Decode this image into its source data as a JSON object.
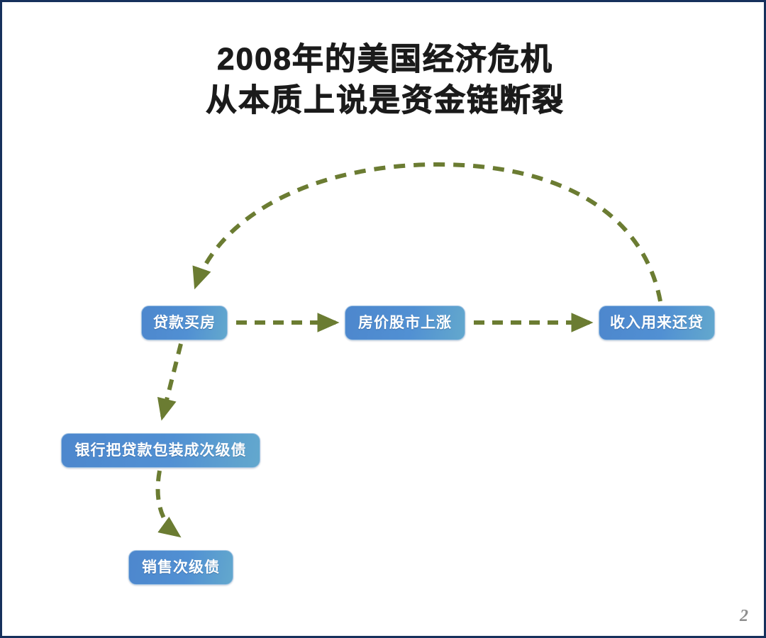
{
  "slide": {
    "page_number": "2",
    "background_color": "#ffffff",
    "border_color": "#16305c"
  },
  "title": {
    "line1": "2008年的美国经济危机",
    "line2": "从本质上说是资金链断裂",
    "color": "#1b1b1b"
  },
  "diagram": {
    "node_fill_start": "#4d87cd",
    "node_fill_end": "#63a8cd",
    "node_text_color": "#ffffff",
    "connector_color": "#6b7c32",
    "nodes": [
      {
        "id": "loan",
        "label": "贷款买房"
      },
      {
        "id": "price",
        "label": "房价股市上涨"
      },
      {
        "id": "income",
        "label": "收入用来还贷"
      },
      {
        "id": "bank",
        "label": "银行把贷款包装成次级债"
      },
      {
        "id": "sell",
        "label": "销售次级债"
      }
    ],
    "connectors": [
      {
        "from": "loan",
        "to": "price",
        "style": "dashed-straight",
        "direction": "right"
      },
      {
        "from": "price",
        "to": "income",
        "style": "dashed-straight",
        "direction": "right"
      },
      {
        "from": "income",
        "to": "loan",
        "style": "dashed-arc",
        "direction": "over-top"
      },
      {
        "from": "loan",
        "to": "bank",
        "style": "dashed-straight",
        "direction": "down"
      },
      {
        "from": "bank",
        "to": "sell",
        "style": "dashed-curve",
        "direction": "down"
      }
    ]
  }
}
